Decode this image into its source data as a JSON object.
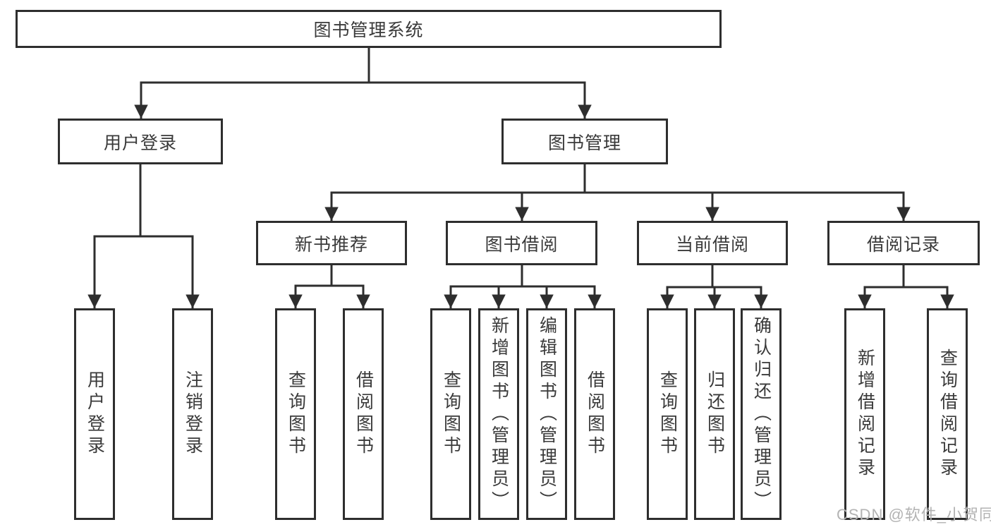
{
  "diagram": {
    "root": {
      "label": "图书管理系统"
    },
    "branches": [
      {
        "label": "用户登录",
        "leaves": [
          "用户登录",
          "注销登录"
        ]
      },
      {
        "label": "图书管理",
        "groups": [
          {
            "label": "新书推荐",
            "leaves": [
              "查询图书",
              "借阅图书"
            ]
          },
          {
            "label": "图书借阅",
            "leaves": [
              "查询图书",
              "新增图书（管理员）",
              "编辑图书（管理员）",
              "借阅图书"
            ]
          },
          {
            "label": "当前借阅",
            "leaves": [
              "查询图书",
              "归还图书",
              "确认归还（管理员）"
            ]
          },
          {
            "label": "借阅记录",
            "leaves": [
              "新增借阅记录",
              "查询借阅记录"
            ]
          }
        ]
      }
    ]
  },
  "watermark": {
    "text": "CSDN @软件_小贺同学"
  },
  "colors": {
    "line": "#2e2e2e",
    "box_border": "#2e2e2e",
    "text": "#3a3a3a",
    "watermark": "#b3b3b3",
    "background": "#ffffff"
  }
}
